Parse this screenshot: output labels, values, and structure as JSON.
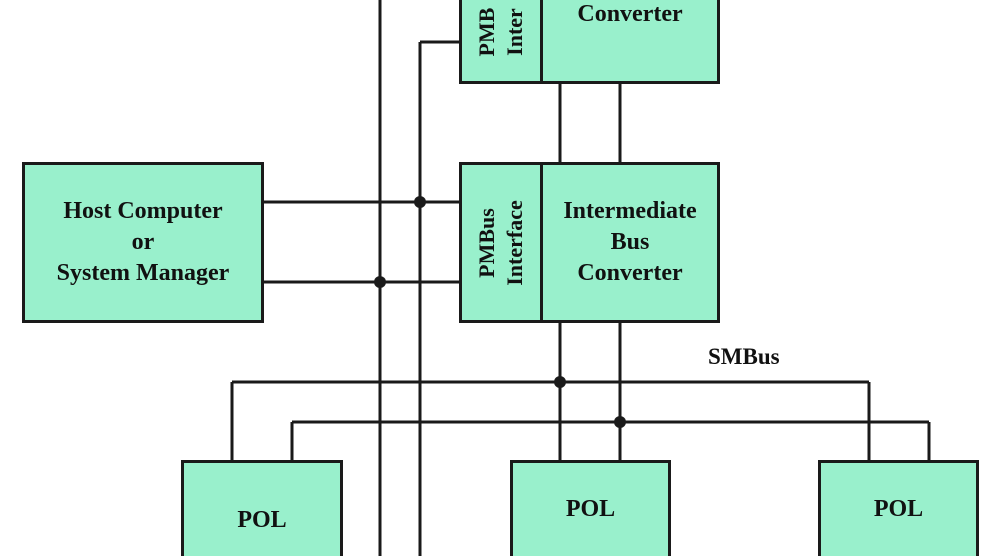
{
  "colors": {
    "box_fill": "#99f0cc",
    "line": "#1a1a1a"
  },
  "top_pmbus_interface": {
    "line1": "PMB",
    "line2": "Inter"
  },
  "top_converter": {
    "label": "Converter"
  },
  "host": {
    "line1": "Host Computer",
    "line2": "or",
    "line3": "System Manager"
  },
  "mid_pmbus_interface": {
    "line1": "PMBus",
    "line2": "Interface"
  },
  "ibc": {
    "line1": "Intermediate",
    "line2": "Bus",
    "line3": "Converter"
  },
  "smbus_label": "SMBus",
  "pol_boxes": [
    {
      "label": "POL"
    },
    {
      "label": "POL"
    },
    {
      "label": "POL"
    }
  ]
}
